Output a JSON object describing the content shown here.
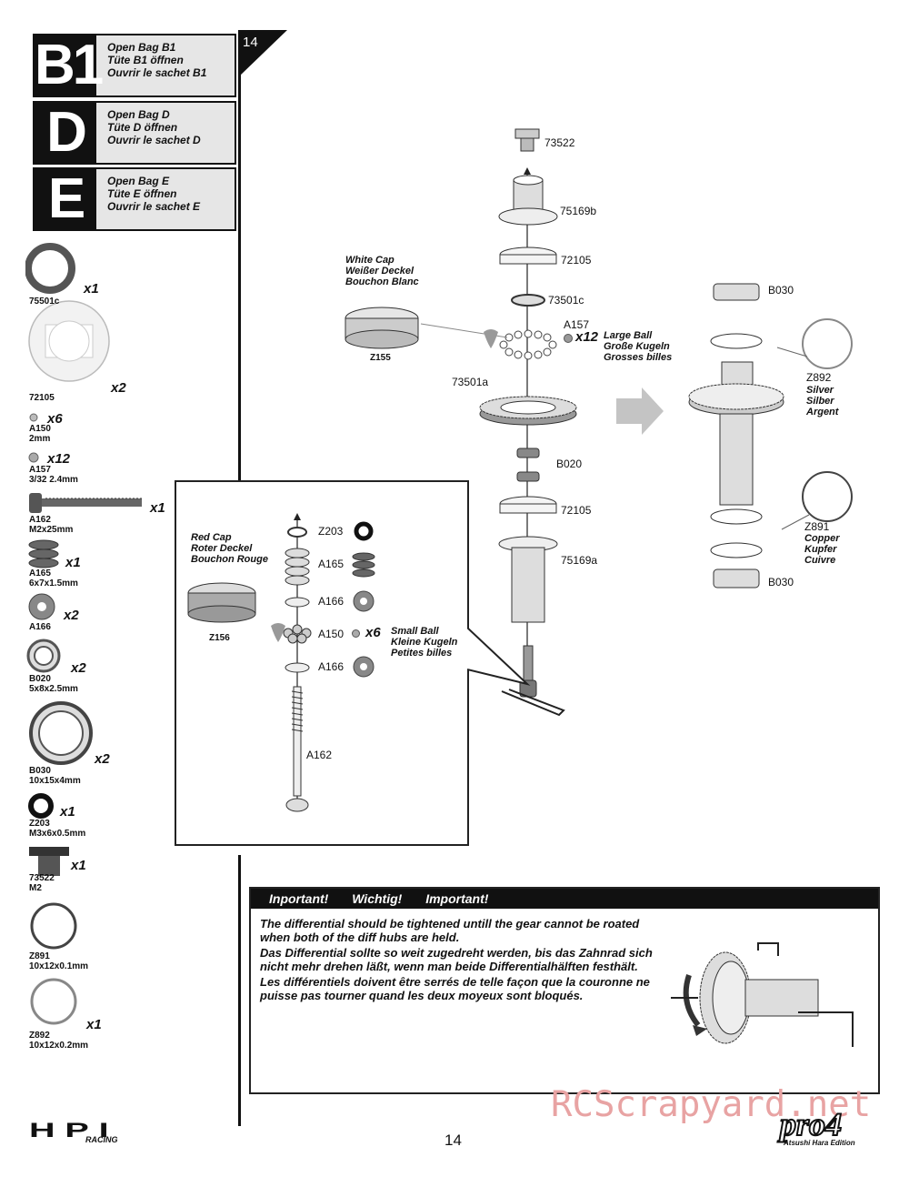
{
  "page_number_tab": "14",
  "bags": [
    {
      "letter": "B1",
      "line1": "Open Bag B1",
      "line2": "Tüte B1 öffnen",
      "line3": "Ouvrir le sachet B1"
    },
    {
      "letter": "D",
      "line1": "Open Bag D",
      "line2": "Tüte D öffnen",
      "line3": "Ouvrir le sachet D"
    },
    {
      "letter": "E",
      "line1": "Open Bag E",
      "line2": "Tüte E öffnen",
      "line3": "Ouvrir le sachet E"
    }
  ],
  "parts": [
    {
      "code": "75501c",
      "spec": "",
      "qty": "x1"
    },
    {
      "code": "72105",
      "spec": "",
      "qty": "x2"
    },
    {
      "code": "A150",
      "spec": "2mm",
      "qty": "x6"
    },
    {
      "code": "A157",
      "spec": "3/32 2.4mm",
      "qty": "x12"
    },
    {
      "code": "A162",
      "spec": "M2x25mm",
      "qty": "x1"
    },
    {
      "code": "A165",
      "spec": "6x7x1.5mm",
      "qty": "x1"
    },
    {
      "code": "A166",
      "spec": "",
      "qty": "x2"
    },
    {
      "code": "B020",
      "spec": "5x8x2.5mm",
      "qty": "x2"
    },
    {
      "code": "B030",
      "spec": "10x15x4mm",
      "qty": "x2"
    },
    {
      "code": "Z203",
      "spec": "M3x6x0.5mm",
      "qty": "x1"
    },
    {
      "code": "73522",
      "spec": "M2",
      "qty": "x1"
    },
    {
      "code": "Z891",
      "spec": "10x12x0.1mm",
      "qty": ""
    },
    {
      "code": "Z892",
      "spec": "10x12x0.2mm",
      "qty": "x1"
    }
  ],
  "main_labels": {
    "p73522": "73522",
    "p75169b": "75169b",
    "p72105_top": "72105",
    "p73501c": "73501c",
    "pA157": "A157",
    "pA157_qty": "x12",
    "large_ball": [
      "Large Ball",
      "Große Kugeln",
      "Grosses billes"
    ],
    "p73501a": "73501a",
    "pB020": "B020",
    "p72105_bot": "72105",
    "p75169a": "75169a",
    "white_cap": [
      "White Cap",
      "Weißer Deckel",
      "Bouchon Blanc"
    ],
    "pZ155": "Z155",
    "pB030_top": "B030",
    "pB030_bot": "B030",
    "pZ892": "Z892",
    "silver": [
      "Silver",
      "Silber",
      "Argent"
    ],
    "pZ891": "Z891",
    "copper": [
      "Copper",
      "Kupfer",
      "Cuivre"
    ]
  },
  "inset_labels": {
    "red_cap": [
      "Red Cap",
      "Roter Deckel",
      "Bouchon Rouge"
    ],
    "pZ156": "Z156",
    "pZ203": "Z203",
    "pA165": "A165",
    "pA166_top": "A166",
    "pA150": "A150",
    "pA150_qty": "x6",
    "small_ball": [
      "Small Ball",
      "Kleine Kugeln",
      "Petites billes"
    ],
    "pA166_bot": "A166",
    "pA162": "A162"
  },
  "important": {
    "headers": [
      "Inportant!",
      "Wichtig!",
      "Important!"
    ],
    "en": "The differential should be tightened untill the gear cannot be roated when both of the diff hubs are held.",
    "de": "Das Differential sollte so weit zugedreht werden, bis das Zahnrad sich nicht mehr drehen läßt, wenn man beide Differentialhälften festhält.",
    "fr": "Les différentiels doivent être serrés de telle façon que la couronne ne puisse pas tourner quand les deux moyeux sont bloqués."
  },
  "footer": {
    "page": "14",
    "watermark": "RCScrapyard.net",
    "hpi_logo": "HPI",
    "hpi_sub": "RACING",
    "pro4_logo": "pro4",
    "pro4_sub": "Atsushi Hara Edition"
  }
}
